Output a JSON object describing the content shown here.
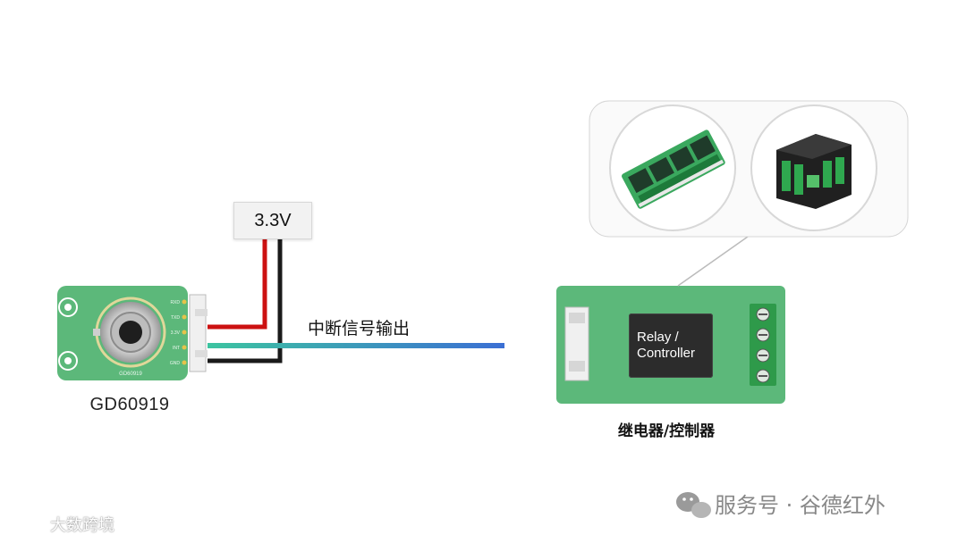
{
  "voltage": {
    "label": "3.3V"
  },
  "sensor": {
    "name": "GD60919",
    "board_text": "GD60919",
    "pins": [
      "RXD",
      "TXD",
      "3.3V",
      "INT",
      "GND"
    ]
  },
  "signal": {
    "label": "中断信号输出"
  },
  "relay": {
    "chip_line1": "Relay /",
    "chip_line2": "Controller",
    "label": "继电器/控制器"
  },
  "watermarks": {
    "right_text": "服务号 · 谷德红外",
    "left_text": "大数跨境"
  },
  "colors": {
    "board_green": "#5cb87a",
    "wire_red": "#cc1111",
    "wire_black": "#1a1a1a",
    "signal_start": "#3cc4a0",
    "signal_end": "#3b6fd4",
    "terminal_green": "#2e9a4a"
  }
}
